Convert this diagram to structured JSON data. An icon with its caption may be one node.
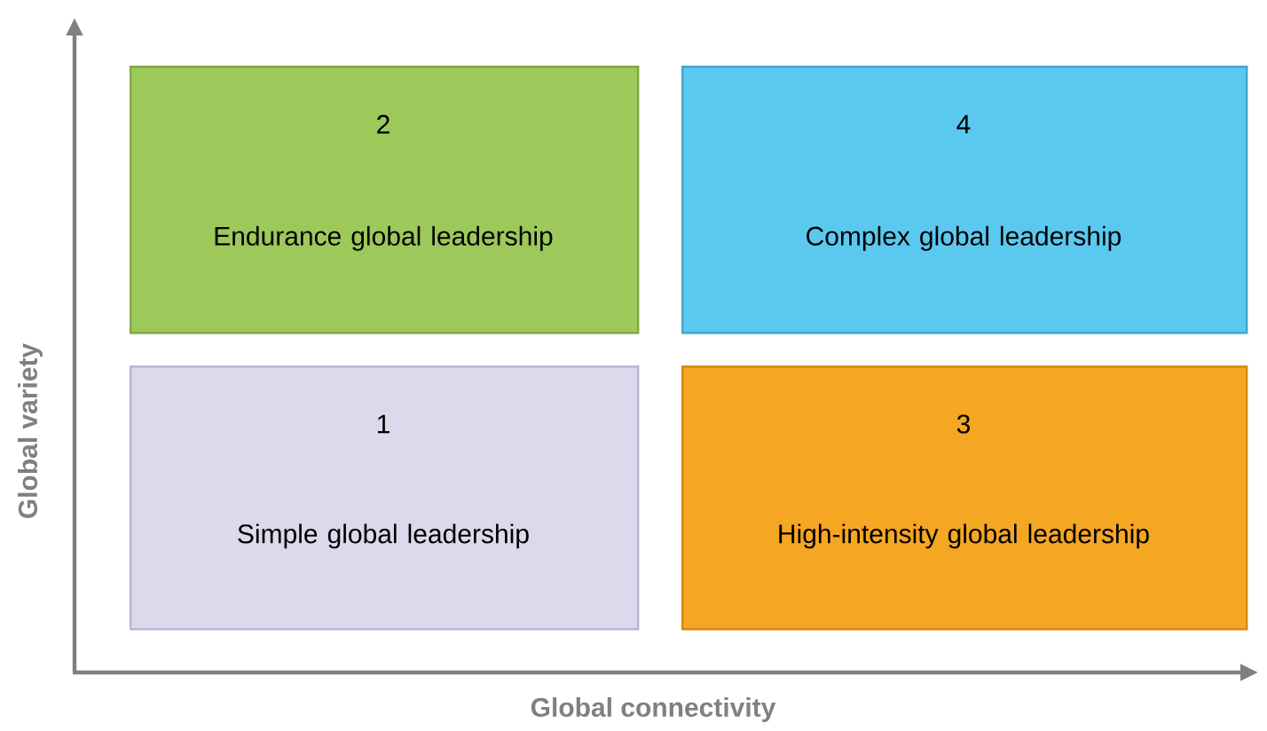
{
  "diagram": {
    "nodes": [
      {
        "text": [
          "2",
          "Endurance global leadership"
        ]
      },
      {
        "text": [
          "4",
          "Complex global leadership"
        ]
      },
      {
        "text": [
          "1",
          "Simple global leadership"
        ]
      },
      {
        "text": [
          "3",
          "High-intensity global leadership"
        ]
      }
    ],
    "labels": [
      "Global variety",
      "Global connectivity"
    ]
  }
}
